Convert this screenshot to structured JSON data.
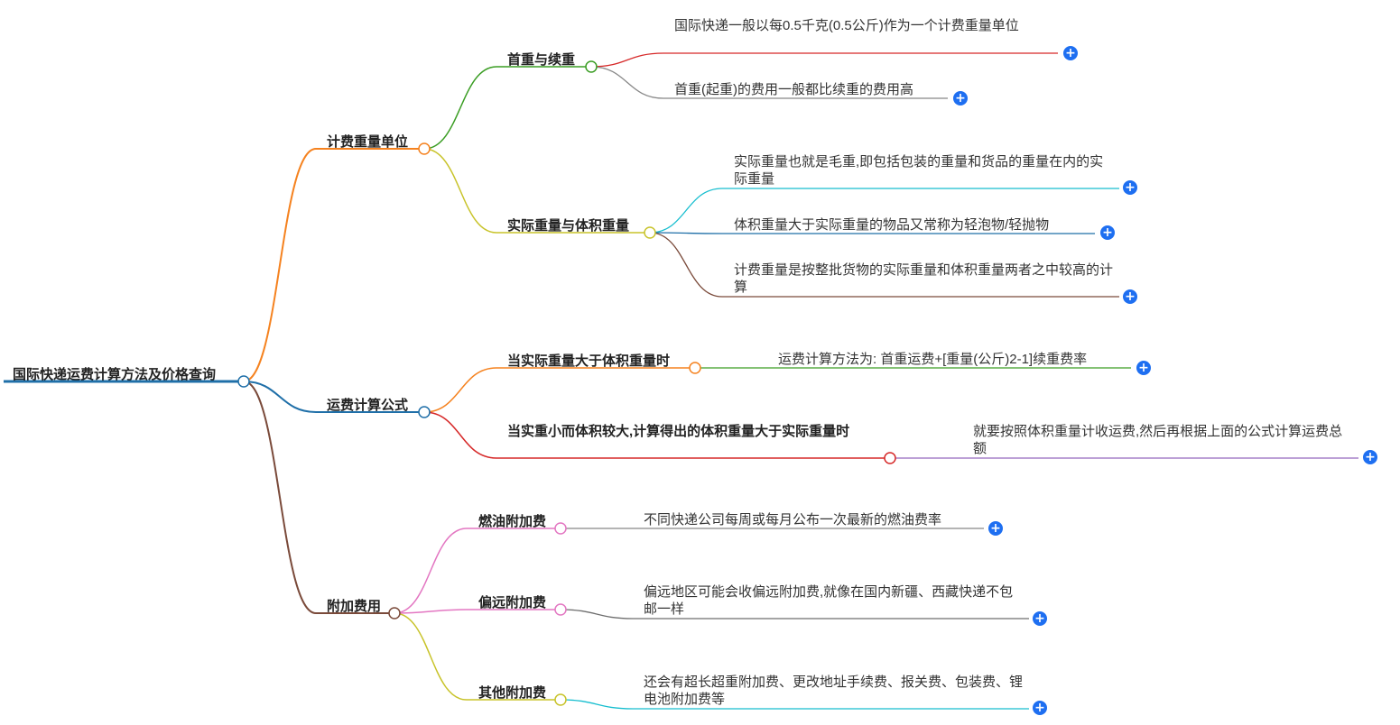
{
  "root": {
    "label": "国际快递运费计算方法及价格查询"
  },
  "branches": [
    {
      "label": "计费重量单位",
      "children": [
        {
          "label": "首重与续重",
          "leaves": [
            "国际快递一般以每0.5千克(0.5公斤)作为一个计费重量单位",
            "首重(起重)的费用一般都比续重的费用高"
          ]
        },
        {
          "label": "实际重量与体积重量",
          "leaves": [
            "实际重量也就是毛重,即包括包装的重量和货品的重量在内的实际重量",
            "体积重量大于实际重量的物品又常称为轻泡物/轻抛物",
            "计费重量是按整批货物的实际重量和体积重量两者之中较高的计算"
          ]
        }
      ]
    },
    {
      "label": "运费计算公式",
      "children": [
        {
          "label": "当实际重量大于体积重量时",
          "leaves": [
            "运费计算方法为: 首重运费+[重量(公斤)2-1]续重费率"
          ]
        },
        {
          "label": "当实重小而体积较大,计算得出的体积重量大于实际重量时",
          "leaves": [
            "就要按照体积重量计收运费,然后再根据上面的公式计算运费总额"
          ]
        }
      ]
    },
    {
      "label": "附加费用",
      "children": [
        {
          "label": "燃油附加费",
          "leaves": [
            "不同快递公司每周或每月公布一次最新的燃油费率"
          ]
        },
        {
          "label": "偏远附加费",
          "leaves": [
            "偏远地区可能会收偏远附加费,就像在国内新疆、西藏快递不包邮一样"
          ]
        },
        {
          "label": "其他附加费",
          "leaves": [
            "还会有超长超重附加费、更改地址手续费、报关费、包装费、锂电池附加费等"
          ]
        }
      ]
    }
  ],
  "colors": {
    "root_line": "#1f6fa8",
    "branch_weight": "#f5821f",
    "branch_formula": "#1f6fa8",
    "branch_extra": "#7a4a3a",
    "sub_first": "#3a9d23",
    "sub_actual": "#c8c32a",
    "sub_when_actual": "#f5821f",
    "sub_when_volume": "#d62828",
    "sub_fuel": "#e377c2",
    "sub_remote": "#e377c2",
    "sub_other": "#c8c32a",
    "leaf_red": "#d62828",
    "leaf_gray": "#888888",
    "leaf_cyan": "#17becf",
    "leaf_blue": "#1f6fa8",
    "leaf_brown": "#7a4a3a",
    "leaf_green": "#3a9d23",
    "leaf_purple": "#9467bd",
    "leaf_dgray": "#6e6e6e",
    "plus": "#1e6ff1"
  }
}
